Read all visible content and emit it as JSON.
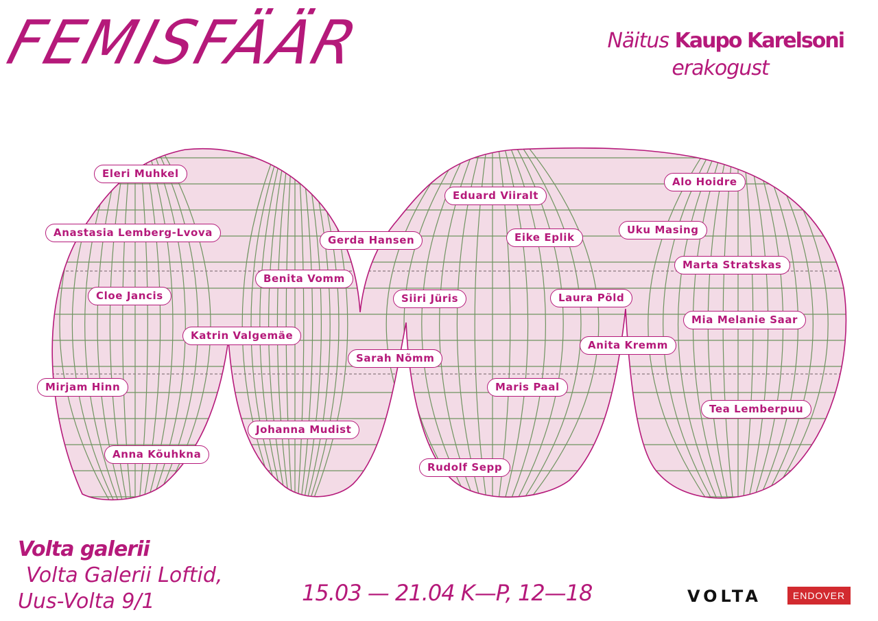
{
  "title": "FEMISFÄÄR",
  "subtitle": {
    "prefix": "Näitus",
    "name": "Kaupo Karelsoni",
    "suffix": "erakogust"
  },
  "artists": [
    "Eleri Muhkel",
    "Anastasia Lemberg-Lvova",
    "Cloe Jancis",
    "Katrin Valgemäe",
    "Mirjam Hinn",
    "Anna Kõuhkna",
    "Benita Vomm",
    "Johanna Mudist",
    "Gerda Hansen",
    "Siiri Jüris",
    "Sarah Nõmm",
    "Rudolf Sepp",
    "Eduard Viiralt",
    "Eike Eplik",
    "Laura Põld",
    "Maris Paal",
    "Anita Kremm",
    "Alo Hoidre",
    "Uku Masing",
    "Marta Stratskas",
    "Mia Melanie Saar",
    "Tea Lemberpuu"
  ],
  "venue": {
    "line1": "Volta galerii",
    "line2": "Volta Galerii Loftid,",
    "line3": "Uus-Volta 9/1"
  },
  "dates": "15.03 — 21.04 K—P, 12—18",
  "logos": {
    "volta": "VOLTA",
    "endover": "ENDOVER"
  },
  "colors": {
    "accent": "#b5197a",
    "map_fill": "#f3dbe6",
    "grid": "#6f9360",
    "endover_bg": "#d22a2f"
  }
}
